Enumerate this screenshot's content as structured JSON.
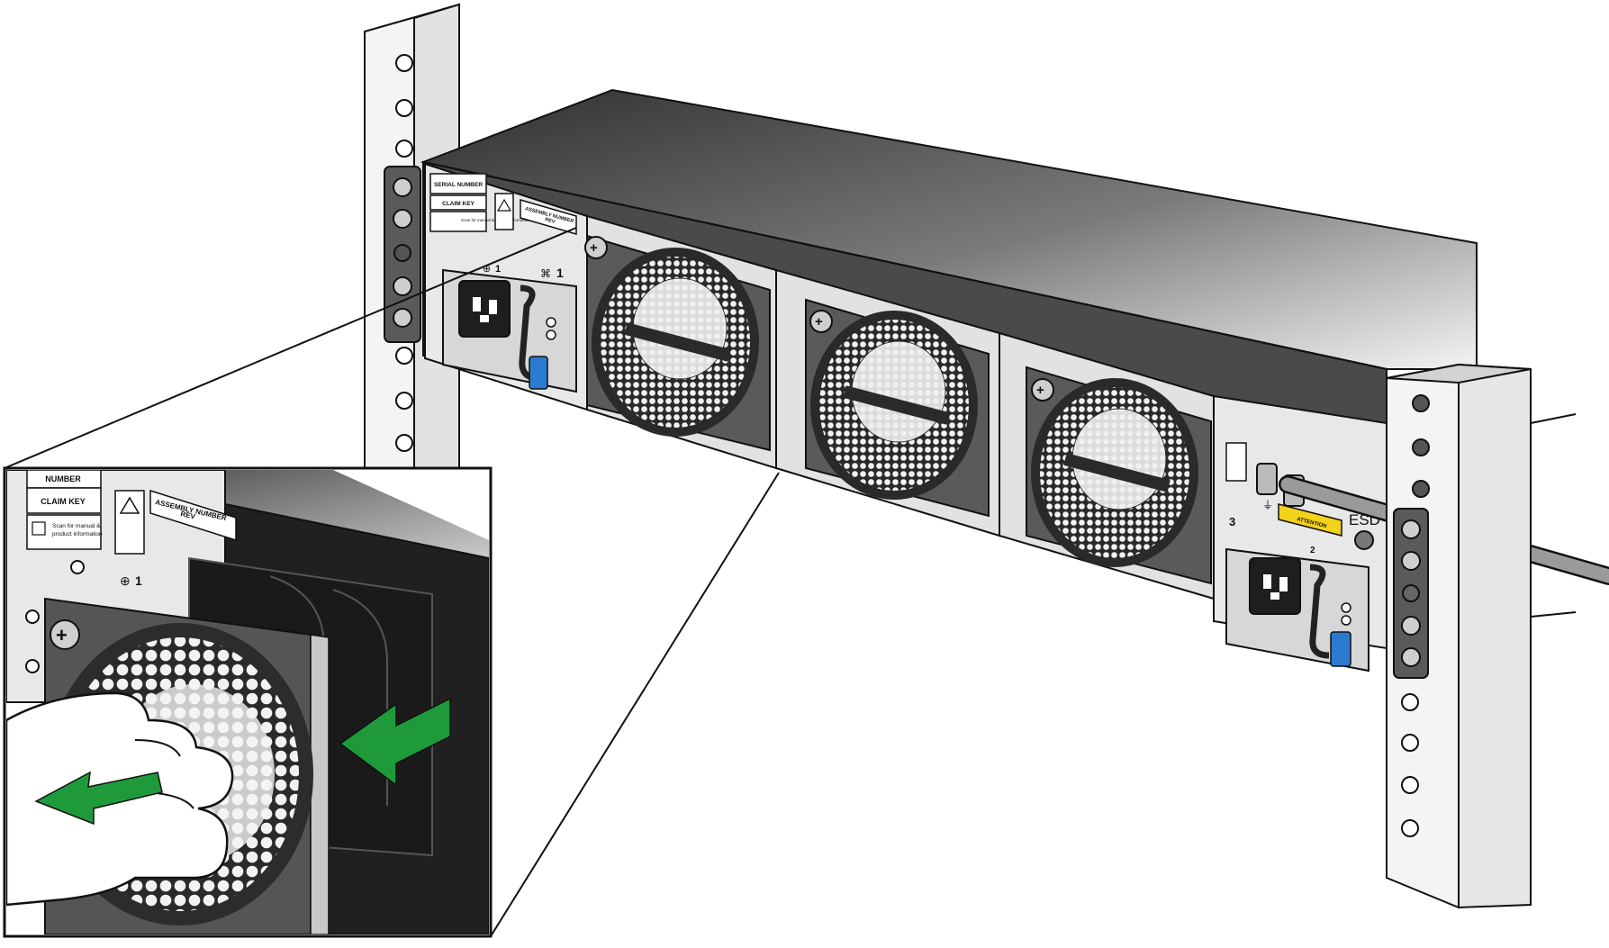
{
  "labels": {
    "serial_number": "SERIAL NUMBER",
    "claim_key": "CLAIM KEY",
    "scan_note": "Scan for manual & product information",
    "assembly": "ASSEMBLY NUMBER",
    "rev": "REV",
    "psu1": "1",
    "fan1": "1",
    "fan3": "3",
    "psu2": "2",
    "esd": "ESD",
    "attention": "ATTENTION",
    "zoom_serial_partial": "NUMBER",
    "zoom_claim_key": "CLAIM KEY",
    "zoom_scan_note_1": "Scan for manual &",
    "zoom_scan_note_2": "product information",
    "zoom_assembly": "ASSEMBLY NUMBER",
    "zoom_rev": "REV",
    "zoom_psu1": "1"
  },
  "colors": {
    "chassis_dark": "#3a3a3a",
    "fan_panel": "#585858",
    "faceplate": "#e6e6e6",
    "rack_rail": "#ececec",
    "latch_blue": "#2a7bd0",
    "arrow_green": "#1f9a3a",
    "esd_yellow": "#f2d21b",
    "cable": "#9a9a9a"
  },
  "icons": [
    "power-cord-socket-icon",
    "ground-symbol-icon",
    "electrical-warning-icon",
    "fan-icon",
    "pull-arrow-icon",
    "push-arrow-icon"
  ]
}
